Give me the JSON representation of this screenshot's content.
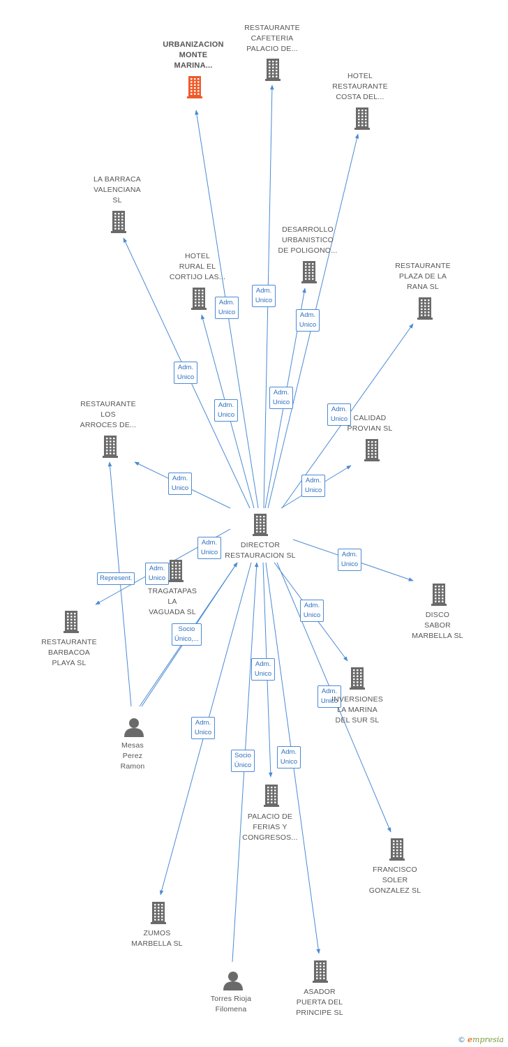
{
  "colors": {
    "edge": "#4a8ad4",
    "building": "#6a6a6a",
    "highlight_building": "#f05a2a",
    "person": "#6a6a6a"
  },
  "nodes": [
    {
      "id": "center",
      "type": "company",
      "label": "DIRECTOR\nRESTAURACION SL"
    },
    {
      "id": "urbanizacion",
      "type": "company",
      "label": "URBANIZACION\nMONTE\nMARINA...",
      "highlight": true
    },
    {
      "id": "cafeteria",
      "type": "company",
      "label": "RESTAURANTE\nCAFETERIA\nPALACIO DE..."
    },
    {
      "id": "hotel_costa",
      "type": "company",
      "label": "HOTEL\nRESTAURANTE\nCOSTA DEL..."
    },
    {
      "id": "barraca",
      "type": "company",
      "label": "LA BARRACA\nVALENCIANA\nSL"
    },
    {
      "id": "desarrollo",
      "type": "company",
      "label": "DESARROLLO\nURBANISTICO\nDE POLIGONO..."
    },
    {
      "id": "hotel_rural",
      "type": "company",
      "label": "HOTEL\nRURAL EL\nCORTIJO LAS..."
    },
    {
      "id": "plaza_rana",
      "type": "company",
      "label": "RESTAURANTE\nPLAZA DE LA\nRANA SL"
    },
    {
      "id": "arroces",
      "type": "company",
      "label": "RESTAURANTE\nLOS\nARROCES DE..."
    },
    {
      "id": "calidad",
      "type": "company",
      "label": "CALIDAD\nPROVIAN SL"
    },
    {
      "id": "tragatapas",
      "type": "company",
      "label": "TRAGATAPAS\nLA\nVAGUADA  SL"
    },
    {
      "id": "barbacoa",
      "type": "company",
      "label": "RESTAURANTE\nBARBACOA\nPLAYA SL"
    },
    {
      "id": "disco",
      "type": "company",
      "label": "DISCO\nSABOR\nMARBELLA SL"
    },
    {
      "id": "inversiones",
      "type": "company",
      "label": "INVERSIONES\nLA MARINA\nDEL SUR SL"
    },
    {
      "id": "mesas",
      "type": "person",
      "label": "Mesas\nPerez\nRamon"
    },
    {
      "id": "palacio_ferias",
      "type": "company",
      "label": "PALACIO DE\nFERIAS Y\nCONGRESOS..."
    },
    {
      "id": "francisco",
      "type": "company",
      "label": "FRANCISCO\nSOLER\nGONZALEZ  SL"
    },
    {
      "id": "zumos",
      "type": "company",
      "label": "ZUMOS\nMARBELLA SL"
    },
    {
      "id": "torres",
      "type": "person",
      "label": "Torres Rioja\nFilomena"
    },
    {
      "id": "asador",
      "type": "company",
      "label": "ASADOR\nPUERTA DEL\nPRINCIPE SL"
    }
  ],
  "edges": [
    {
      "from": "center",
      "to": "urbanizacion",
      "label": "Adm.\nUnico"
    },
    {
      "from": "center",
      "to": "cafeteria",
      "label": "Adm.\nUnico"
    },
    {
      "from": "center",
      "to": "hotel_costa",
      "label": "Adm.\nUnico"
    },
    {
      "from": "center",
      "to": "barraca",
      "label": "Adm.\nUnico"
    },
    {
      "from": "center",
      "to": "desarrollo",
      "label": "Adm.\nUnico"
    },
    {
      "from": "center",
      "to": "hotel_rural",
      "label": "Adm.\nUnico"
    },
    {
      "from": "center",
      "to": "plaza_rana",
      "label": "Adm.\nUnico"
    },
    {
      "from": "center",
      "to": "arroces",
      "label": "Adm.\nUnico"
    },
    {
      "from": "center",
      "to": "calidad",
      "label": "Adm.\nUnico"
    },
    {
      "from": "center",
      "to": "barbacoa",
      "label": "Adm.\nUnico"
    },
    {
      "from": "center",
      "to": "disco",
      "label": "Adm.\nUnico"
    },
    {
      "from": "center",
      "to": "inversiones",
      "label": "Adm.\nUnico"
    },
    {
      "from": "center",
      "to": "palacio_ferias",
      "label": "Adm.\nUnico"
    },
    {
      "from": "center",
      "to": "francisco",
      "label": "Adm.\nUnico"
    },
    {
      "from": "center",
      "to": "zumos",
      "label": "Adm.\nUnico"
    },
    {
      "from": "center",
      "to": "asador",
      "label": "Adm.\nUnico"
    },
    {
      "from": "mesas",
      "to": "arroces",
      "label": "Represent."
    },
    {
      "from": "mesas",
      "to": "center",
      "label": "Adm.\nUnico"
    },
    {
      "from": "mesas",
      "to": "center",
      "label": "Socio\nÚnico,..."
    },
    {
      "from": "torres",
      "to": "center",
      "label": "Socio\nÚnico"
    }
  ],
  "brand": {
    "copyright": "©",
    "initial": "e",
    "name": "mpresia"
  }
}
